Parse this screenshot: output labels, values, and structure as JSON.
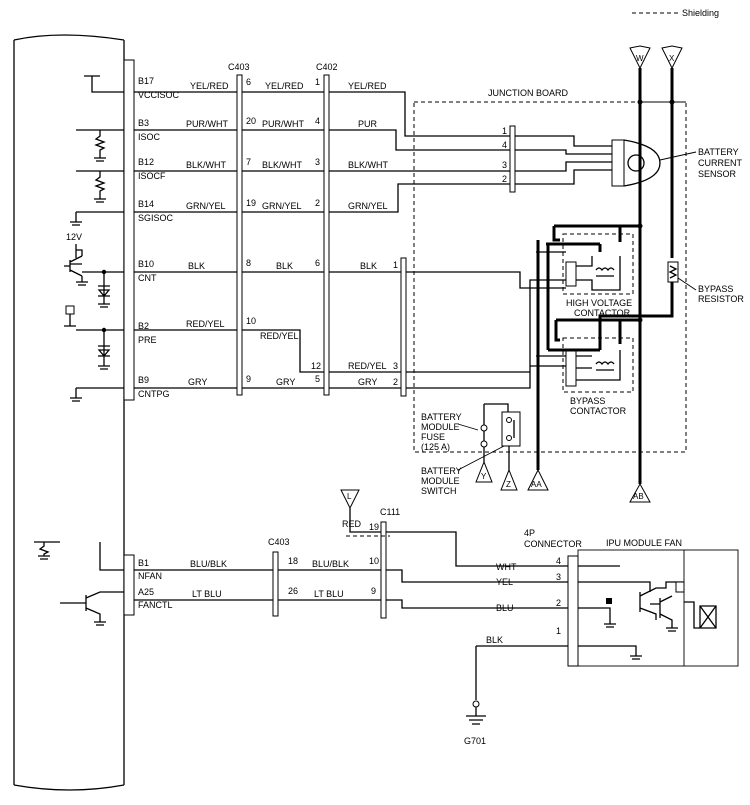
{
  "legend": {
    "shielding": "Shielding"
  },
  "connectors": {
    "c403": "C403",
    "c402": "C402",
    "c111": "C111",
    "c403_lower": "C403",
    "fp": "4P CONNECTOR"
  },
  "ecm_pins": [
    {
      "pin": "B17",
      "name": "VCCISOC"
    },
    {
      "pin": "B3",
      "name": "ISOC"
    },
    {
      "pin": "B12",
      "name": "ISOCF"
    },
    {
      "pin": "B14",
      "name": "SGISOC"
    },
    {
      "pin": "B10",
      "name": "CNT"
    },
    {
      "pin": "B2",
      "name": "PRE"
    },
    {
      "pin": "B9",
      "name": "CNTPG"
    },
    {
      "pin": "B1",
      "name": "NFAN"
    },
    {
      "pin": "A25",
      "name": "FANCTL"
    }
  ],
  "voltage": "12V",
  "wires_left": [
    "YEL/RED",
    "PUR/WHT",
    "BLK/WHT",
    "GRN/YEL",
    "BLK",
    "RED/YEL",
    "GRY"
  ],
  "c403_pins": [
    "6",
    "20",
    "7",
    "19",
    "8",
    "10",
    "9"
  ],
  "wires_mid": [
    "YEL/RED",
    "PUR/WHT",
    "BLK/WHT",
    "GRN/YEL",
    "BLK",
    "RED/YEL",
    "GRY"
  ],
  "c402_pins": [
    "1",
    "4",
    "3",
    "2",
    "6",
    "12",
    "5"
  ],
  "wires_right": [
    "YEL/RED",
    "PUR",
    "BLK/WHT",
    "GRN/YEL",
    "BLK",
    "RED/YEL",
    "GRY"
  ],
  "junction": {
    "title": "JUNCTION BOARD",
    "sensor_pins": [
      "1",
      "4",
      "3",
      "2"
    ],
    "contactor_pins": [
      "1",
      "3",
      "2"
    ],
    "battery_current_sensor": [
      "BATTERY",
      "CURRENT",
      "SENSOR"
    ],
    "high_voltage_contactor": [
      "HIGH VOLTAGE",
      "CONTACTOR"
    ],
    "bypass_contactor": [
      "BYPASS",
      "CONTACTOR"
    ],
    "bypass_resistor": [
      "BYPASS",
      "RESISTOR"
    ],
    "fuse": [
      "BATTERY",
      "MODULE",
      "FUSE",
      "(125 A)"
    ],
    "switch": [
      "BATTERY",
      "MODULE",
      "SWITCH"
    ]
  },
  "terminals": [
    "W",
    "X",
    "Y",
    "Z",
    "AA",
    "AB",
    "L"
  ],
  "fan": {
    "wires_left": [
      "BLU/BLK",
      "LT BLU"
    ],
    "c403_pins": [
      "18",
      "26"
    ],
    "wires_mid": [
      "BLU/BLK",
      "LT BLU"
    ],
    "c111_pins": [
      "19",
      "10",
      "9"
    ],
    "red_wire": "RED",
    "wires_right": [
      "WHT",
      "YEL",
      "BLU",
      "BLK"
    ],
    "fp_pins": [
      "4",
      "3",
      "2",
      "1"
    ],
    "module": "IPU MODULE FAN",
    "ground": "G701"
  }
}
